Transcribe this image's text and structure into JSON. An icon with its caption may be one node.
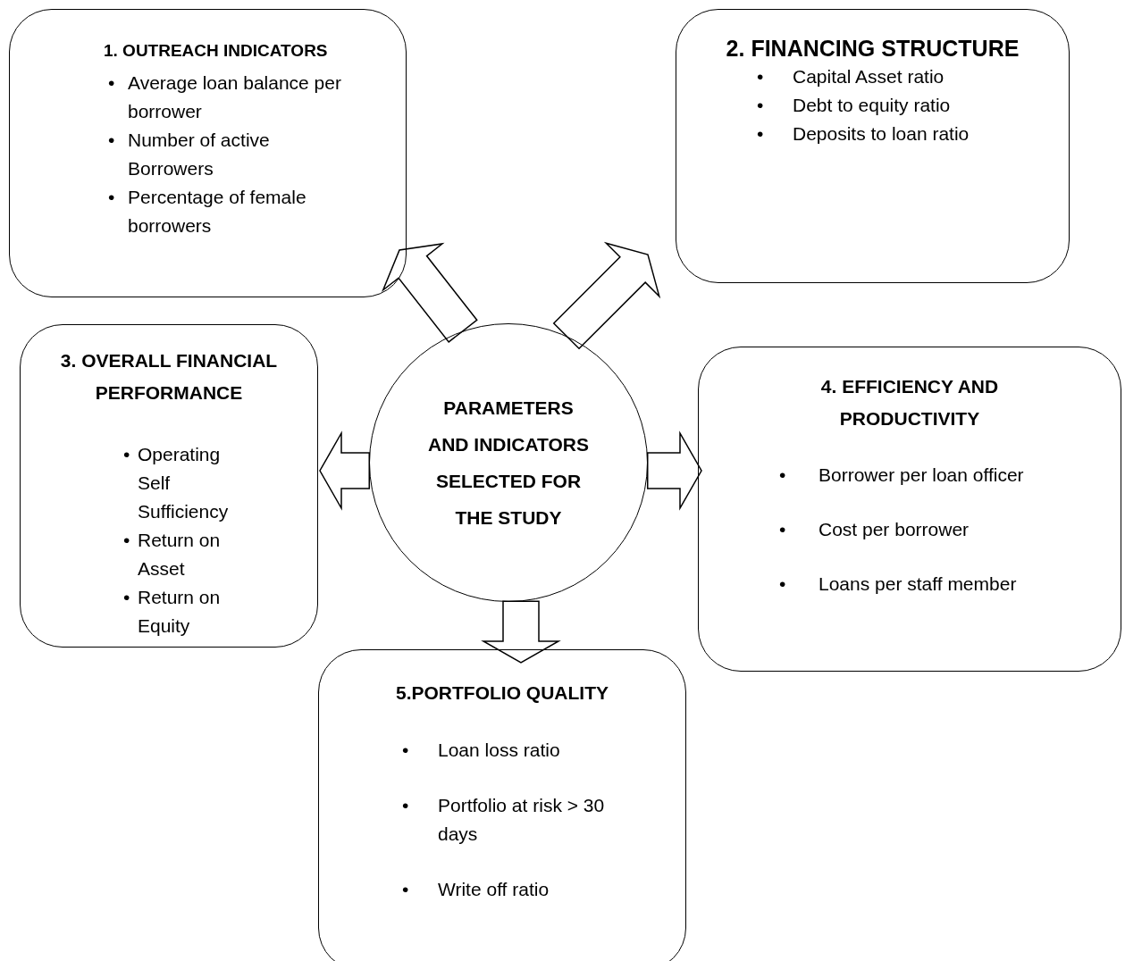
{
  "diagram": {
    "nodes": [
      {
        "text": [
          "PARAMETERS AND INDICATORS SELECTED FOR THE STUDY"
        ]
      },
      {
        "text": [
          "1. OUTREACH INDICATORS",
          "• Average loan balance per borrower",
          "• Number of active Borrowers",
          "• Percentage of female borrowers"
        ]
      },
      {
        "text": [
          "2. FINANCING STRUCTURE",
          "• Capital Asset ratio",
          "• Debt to equity ratio",
          "• Deposits to loan ratio"
        ]
      },
      {
        "text": [
          "3. OVERALL FINANCIAL PERFORMANCE",
          "• Operating Self Sufficiency",
          "• Return on Asset",
          "• Return on Equity"
        ]
      },
      {
        "text": [
          "4. EFFICIENCY AND PRODUCTIVITY",
          "• Borrower per loan officer",
          "• Cost per borrower",
          "• Loans per staff member"
        ]
      },
      {
        "text": [
          "5.PORTFOLIO QUALITY",
          "• Loan loss ratio",
          "• Portfolio at risk > 30 days",
          "• Write off ratio"
        ]
      }
    ],
    "edges": [
      {
        "from": 0,
        "to": 1,
        "arrow": "to"
      },
      {
        "from": 0,
        "to": 2,
        "arrow": "to"
      },
      {
        "from": 0,
        "to": 3,
        "arrow": "to"
      },
      {
        "from": 0,
        "to": 4,
        "arrow": "to"
      },
      {
        "from": 0,
        "to": 5,
        "arrow": "to"
      }
    ]
  }
}
